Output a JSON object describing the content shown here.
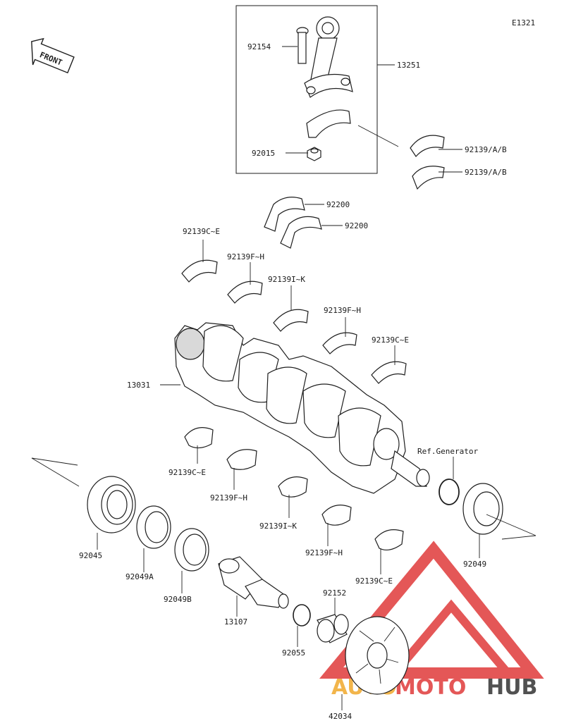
{
  "diagram_code": "E1321",
  "front_label": "FRONT",
  "ref_note": "Ref.Generator",
  "watermark": {
    "part1": "AUTO",
    "part2": "MOTO",
    "part3": "HUB",
    "color_red": "#e03a3a",
    "color_orange": "#f0a92c",
    "color_dark": "#333333"
  },
  "labels": {
    "p92154": "92154",
    "p13251": "13251",
    "p92015": "92015",
    "p92139ab_1": "92139/A/B",
    "p92139ab_2": "92139/A/B",
    "p92200_1": "92200",
    "p92200_2": "92200",
    "p92139ce_1": "92139C~E",
    "p92139fh_1": "92139F~H",
    "p92139ik_1": "92139I~K",
    "p92139fh_2": "92139F~H",
    "p92139ce_2": "92139C~E",
    "p13031": "13031",
    "p92139ce_3": "92139C~E",
    "p92139fh_3": "92139F~H",
    "p92139ik_2": "92139I~K",
    "p92139fh_4": "92139F~H",
    "p92139ce_4": "92139C~E",
    "p92045": "92045",
    "p92049a": "92049A",
    "p92049b": "92049B",
    "p13107": "13107",
    "p92152": "92152",
    "p92055": "92055",
    "p92049": "92049",
    "p42034": "42034"
  }
}
